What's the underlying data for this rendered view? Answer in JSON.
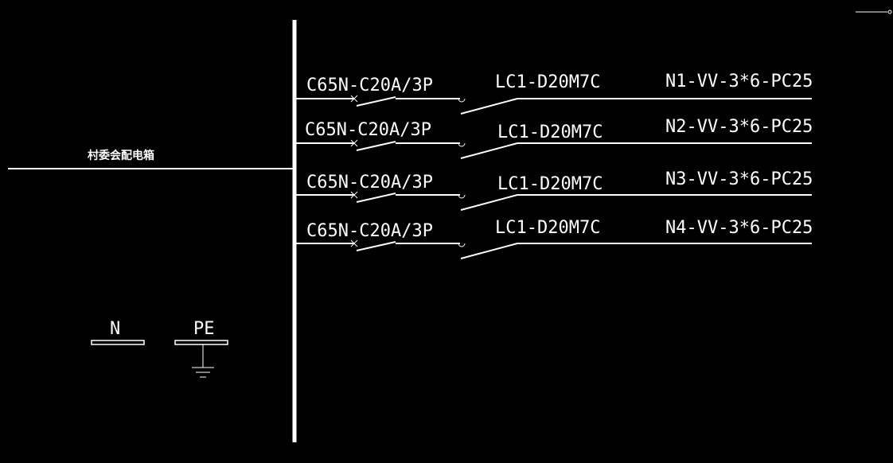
{
  "diagram": {
    "incoming_label": "村委会配电箱",
    "circuits": [
      {
        "breaker": "C65N-C20A/3P",
        "contactor": "LC1-D20M7C",
        "cable": "N1-VV-3*6-PC25"
      },
      {
        "breaker": "C65N-C20A/3P",
        "contactor": "LC1-D20M7C",
        "cable": "N2-VV-3*6-PC25"
      },
      {
        "breaker": "C65N-C20A/3P",
        "contactor": "LC1-D20M7C",
        "cable": "N3-VV-3*6-PC25"
      },
      {
        "breaker": "C65N-C20A/3P",
        "contactor": "LC1-D20M7C",
        "cable": "N4-VV-3*6-PC25"
      }
    ],
    "neutral_bar_label": "N",
    "earth_bar_label": "PE"
  },
  "colors": {
    "background": "#000000",
    "line": "#FFFFFF",
    "text": "#FFFFFF"
  }
}
